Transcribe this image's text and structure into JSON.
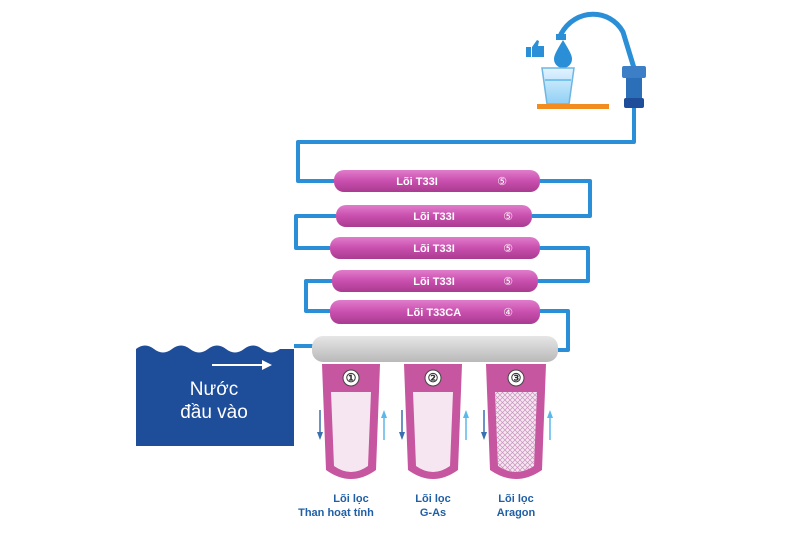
{
  "cartridges": [
    {
      "label": "Lõi T33I",
      "number": "⑤"
    },
    {
      "label": "Lõi T33I",
      "number": "⑤"
    },
    {
      "label": "Lõi T33I",
      "number": "⑤"
    },
    {
      "label": "Lõi T33I",
      "number": "⑤"
    },
    {
      "label": "Lõi T33CA",
      "number": "④"
    }
  ],
  "inlet": {
    "line1": "Nước",
    "line2": "đầu vào"
  },
  "housings": [
    {
      "number": "①",
      "caption_line1": "Lõi lọc",
      "caption_line2": "Than hoạt tính"
    },
    {
      "number": "②",
      "caption_line1": "Lõi lọc",
      "caption_line2": "G-As"
    },
    {
      "number": "③",
      "caption_line1": "Lõi lọc",
      "caption_line2": "Aragon"
    }
  ],
  "icons": {
    "faucet": "faucet-icon",
    "thumbs_up": "thumbs-up-icon",
    "water_drop": "water-drop-icon",
    "glass": "water-glass-icon"
  },
  "colors": {
    "pipe": "#2a8fd6",
    "cartridge": "#c94fae",
    "cartridge_dark": "#a83b90",
    "housing": "#c6569f",
    "inlet_water": "#1e4d9a",
    "glass_shelf": "#f28c1e",
    "arrow": "#3a6fb0"
  }
}
